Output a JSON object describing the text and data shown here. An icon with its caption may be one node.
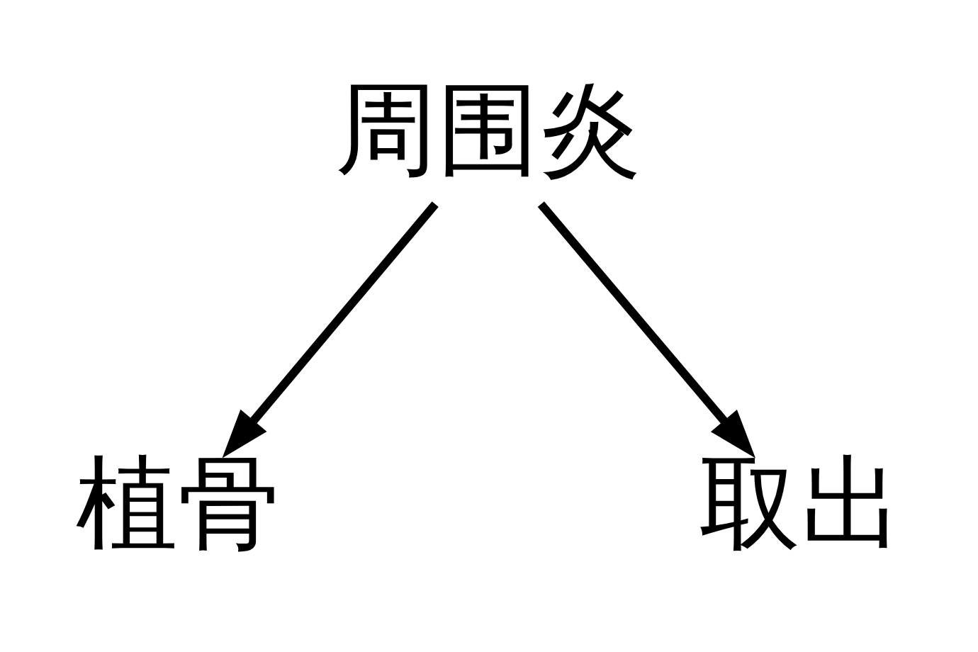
{
  "diagram": {
    "nodes": [
      {
        "text": [
          "周围炎"
        ]
      },
      {
        "text": [
          "植骨"
        ]
      },
      {
        "text": [
          "取出"
        ]
      }
    ],
    "edges": [
      {
        "from": 0,
        "to": 1,
        "arrow": "to"
      },
      {
        "from": 0,
        "to": 2,
        "arrow": "to"
      }
    ]
  }
}
